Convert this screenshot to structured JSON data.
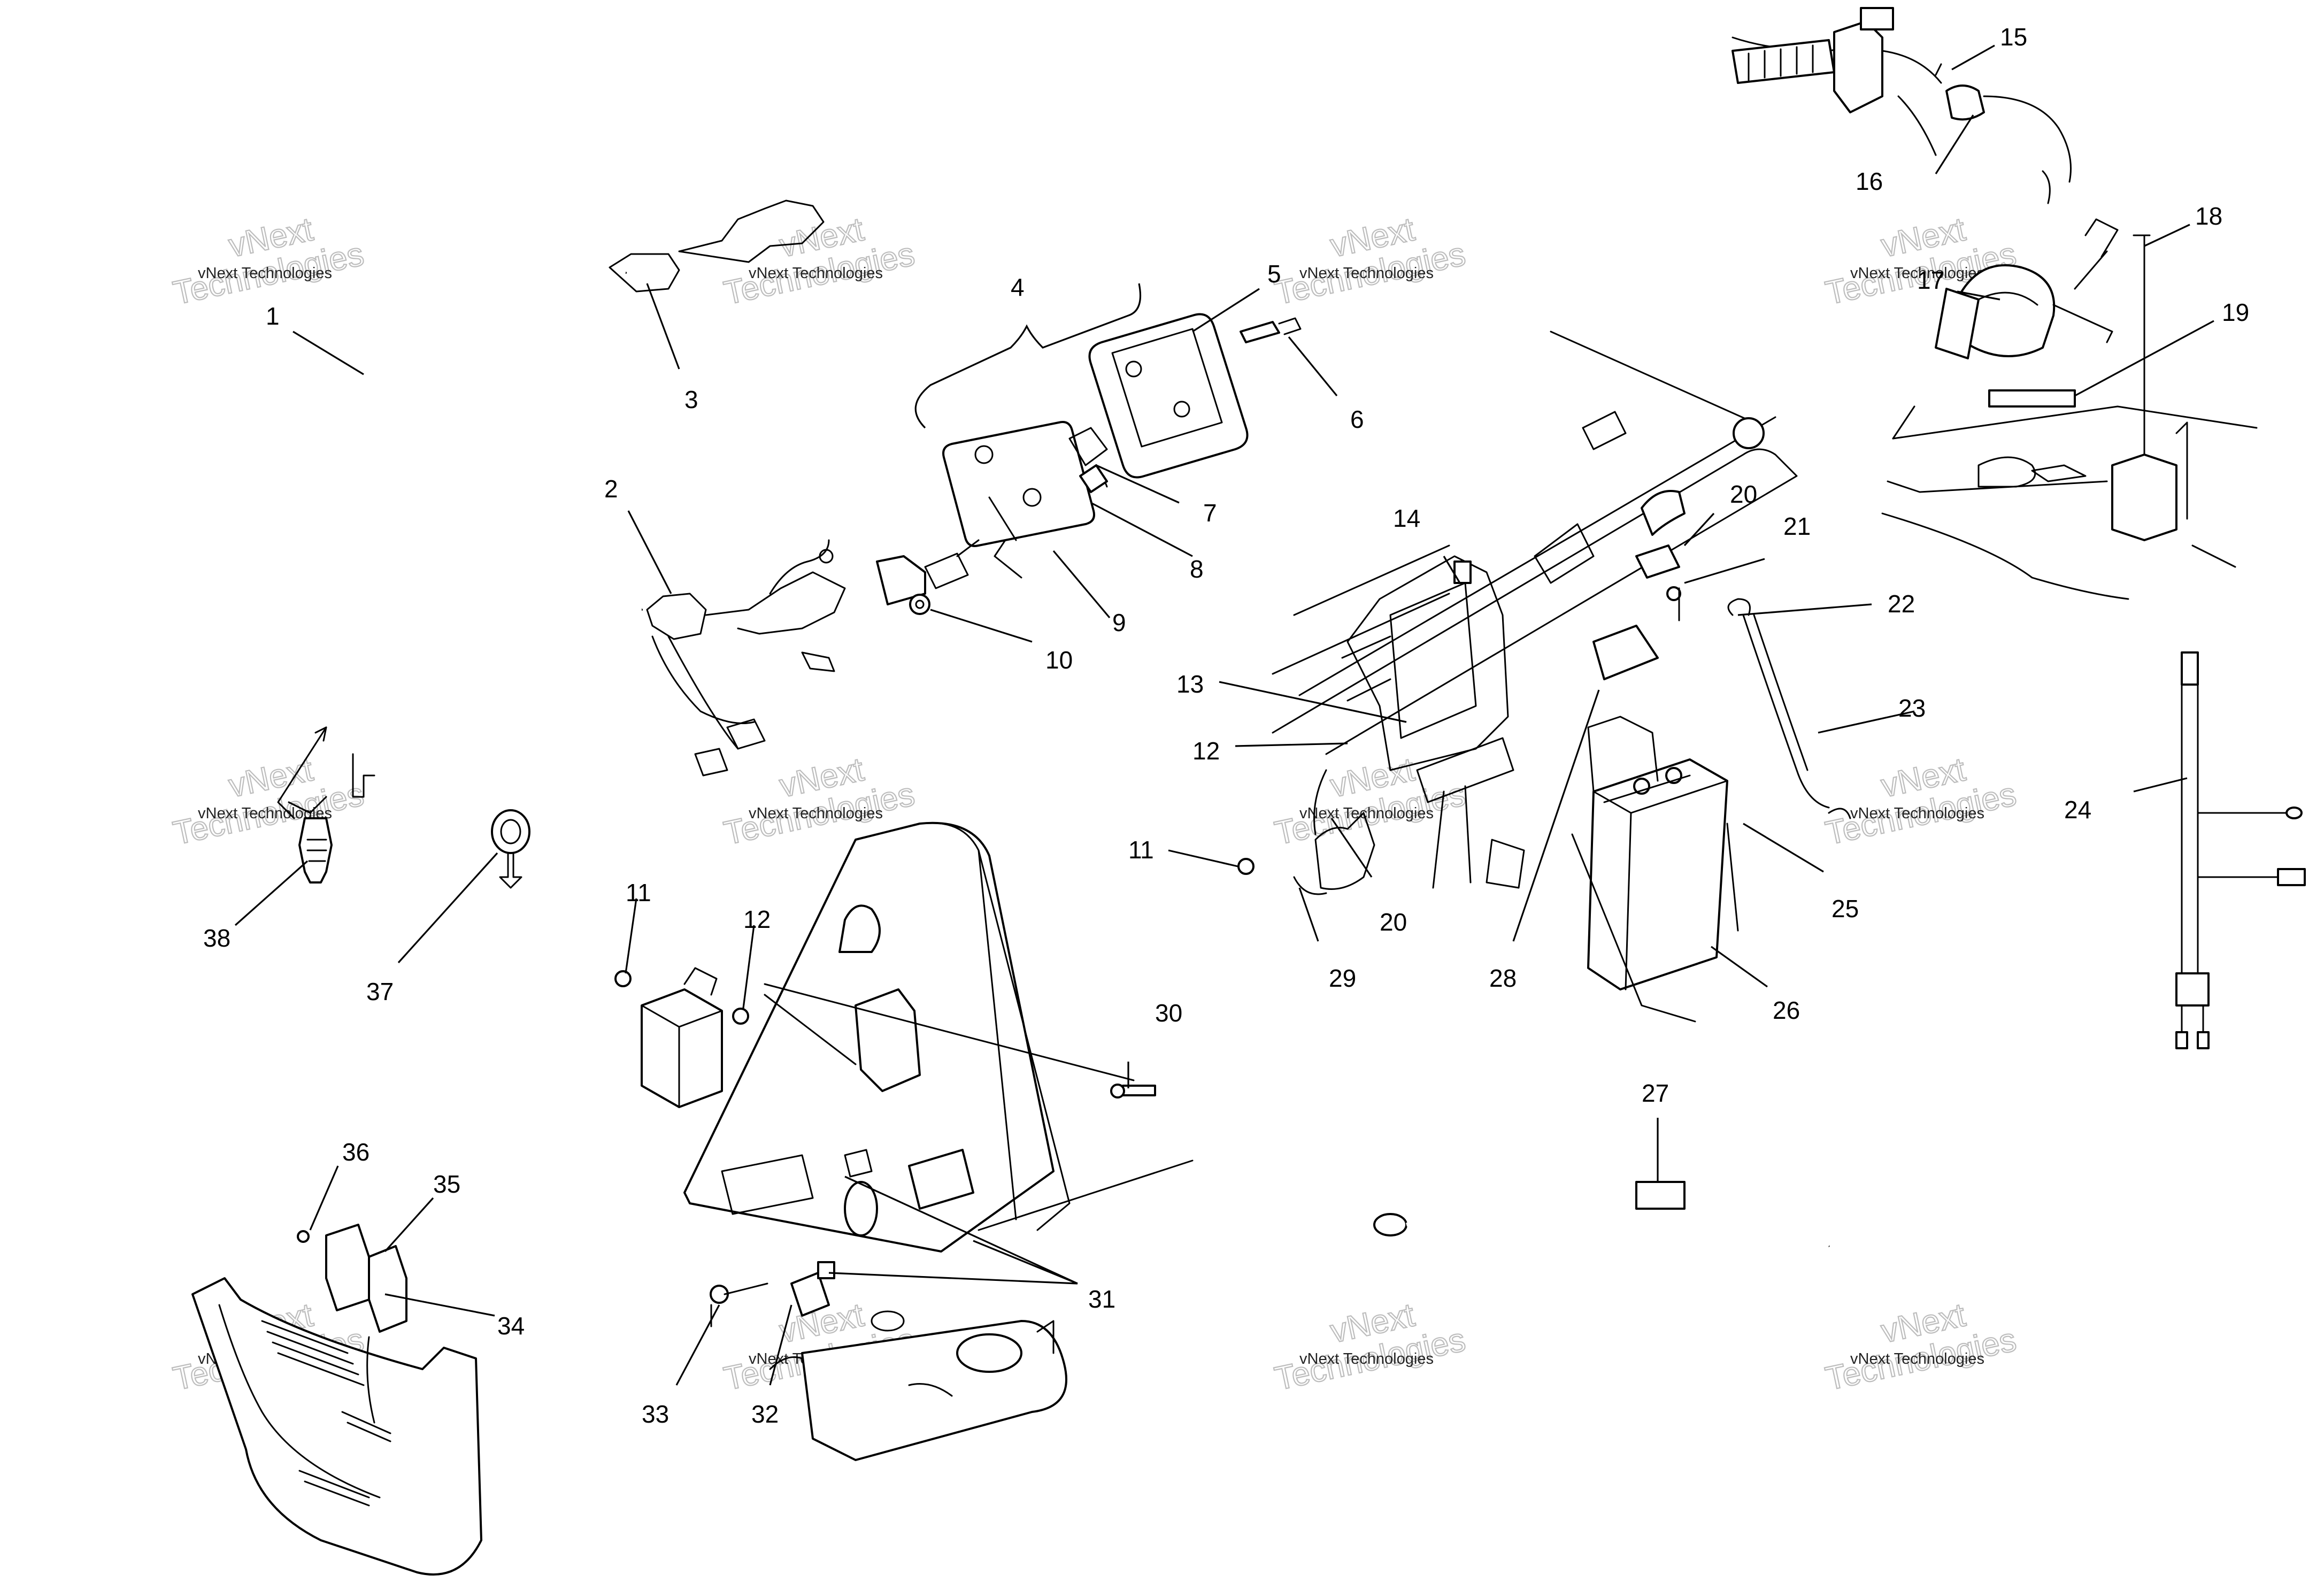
{
  "diagram": {
    "callouts": [
      "1",
      "2",
      "3",
      "4",
      "5",
      "6",
      "7",
      "8",
      "9",
      "10",
      "11",
      "12",
      "13",
      "14",
      "15",
      "16",
      "17",
      "18",
      "19",
      "20",
      "20",
      "21",
      "22",
      "23",
      "24",
      "25",
      "26",
      "27",
      "28",
      "29",
      "30",
      "31",
      "32",
      "33",
      "34",
      "35",
      "36",
      "37",
      "38",
      "11",
      "12"
    ],
    "watermark": {
      "line1": "vNext Technologies",
      "line2": "Technologies",
      "line3": "vNext"
    }
  }
}
